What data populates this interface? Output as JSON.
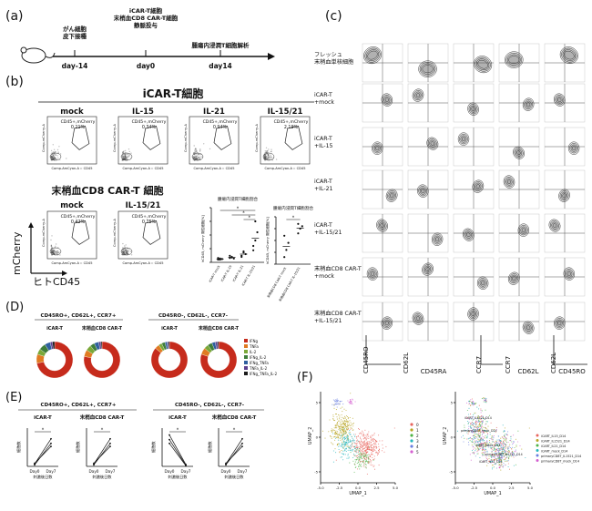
{
  "panels": {
    "a": "(a)",
    "b": "(b)",
    "c": "(c)",
    "D": "(D)",
    "E": "(E)",
    "F": "(F)"
  },
  "timeline": {
    "top_labels": [
      "がん細胞\n皮下接種",
      "iCAR-T細胞\n末梢血CD8 CAR-T細胞\n静脈投与",
      "腫瘍内浸潤T細胞解析"
    ],
    "days": [
      "day-14",
      "day0",
      "day14"
    ]
  },
  "flow_b": {
    "icar_title": "iCAR-T細胞",
    "icar_conditions": [
      "mock",
      "IL-15",
      "IL-21",
      "IL-15/21"
    ],
    "icar_gate_label": "CD45+,mCherry",
    "icar_percents": [
      "0.21%",
      "0.34%",
      "0.94%",
      "2.19%"
    ],
    "highlight_color": "#d32020",
    "cd8_title": "末梢血CD8 CAR-T 細胞",
    "cd8_conditions": [
      "mock",
      "IL-15/21"
    ],
    "cd8_percents": [
      "0.42%",
      "0.75%"
    ],
    "x_axis_small": "Comp-AmCyan-A :: CD45",
    "y_axis_small": "Comp-mCherry-A",
    "big_y": "mCherry",
    "big_x": "ヒトCD45",
    "dotplot1_title": "腫瘍内浸潤T細胞割合",
    "dotplot2_title": "腫瘍内浸潤T細胞割合",
    "dotplot_ylabel": "hCD45, mCherry 陽性細胞[%]",
    "dotplot1_groups": [
      "iCAR-T mock",
      "iCAR-T IL-15",
      "iCAR-T IL-21",
      "iCAR-T IL-15/21"
    ],
    "dotplot2_groups": [
      "末梢血CD8 CAR-T mock",
      "末梢血CD8 CAR-T IL-15/21"
    ],
    "sig": "*"
  },
  "flow_c": {
    "row_labels": [
      "フレッシュ\n末梢血単核細胞",
      "iCAR-T\n+mock",
      "iCAR-T\n+IL-15",
      "iCAR-T\n+IL-21",
      "iCAR-T\n+IL-15/21",
      "末梢血CD8 CAR-T\n+mock",
      "末梢血CD8 CAR-T\n+IL-15/21"
    ],
    "axis_x": [
      "CD45RA",
      "CD62L",
      "CD45RO"
    ],
    "axis_y": [
      "CD45RO",
      "CD62L",
      "CCR7",
      "CCR7",
      "CD62L"
    ]
  },
  "donuts": {
    "group1_title": "CD45RO+, CD62L+, CCR7+",
    "group2_title": "CD45RO-, CD62L-, CCR7-",
    "labels": [
      "iCAR-T",
      "末梢血CD8 CAR-T",
      "iCAR-T",
      "末梢血CD8 CAR-T"
    ],
    "legend": [
      "IFNg",
      "TNFa",
      "IL-2",
      "IFNg_IL-2",
      "IFNg_TNFa",
      "TNFa_IL-2",
      "IFNg_TNFa_IL-2"
    ],
    "colors": [
      "#c62b1c",
      "#e07b22",
      "#7aa838",
      "#3e7d3a",
      "#2f5f9e",
      "#5b3f8e",
      "#1b1b1b"
    ],
    "fractions": [
      [
        0.72,
        0.08,
        0.05,
        0.06,
        0.05,
        0.02,
        0.02
      ],
      [
        0.78,
        0.06,
        0.05,
        0.04,
        0.04,
        0.02,
        0.01
      ],
      [
        0.86,
        0.04,
        0.03,
        0.03,
        0.02,
        0.01,
        0.01
      ],
      [
        0.8,
        0.06,
        0.04,
        0.04,
        0.03,
        0.02,
        0.01
      ]
    ]
  },
  "panel_e": {
    "group1_title": "CD45RO+, CD62L+, CCR7+",
    "group2_title": "CD45RO-, CD62L-, CCR7-",
    "subtitles": [
      "iCAR-T",
      "末梢血CD8 CAR-T",
      "iCAR-T",
      "末梢血CD8 CAR-T"
    ],
    "ylabel": "細胞数",
    "xticks": [
      "Day0",
      "Day7"
    ],
    "xlabel": "刺激後日数",
    "sig": "*",
    "trends": [
      "up",
      "up",
      "down",
      "up"
    ]
  },
  "umap": {
    "axis_x": "UMAP_1",
    "axis_y": "UMAP_2",
    "x_ticks": [
      "-5.0",
      "-2.5",
      "0.0",
      "2.5",
      "5.0"
    ],
    "y_ticks": [
      "5",
      "0",
      "-5"
    ],
    "cluster_legend": [
      "0",
      "1",
      "2",
      "3",
      "4",
      "5"
    ],
    "cluster_colors": [
      "#e8665f",
      "#b8a525",
      "#4fb548",
      "#25b7bd",
      "#6a7fe0",
      "#d45fd0"
    ],
    "sample_legend": [
      "iCART_IL15_D14",
      "iCART_IL1521_D14",
      "iCART_IL21_D14",
      "iCART_mock_D14",
      "primaryCD8T_IL1521_D14",
      "primaryCD8T_mock_D14"
    ],
    "annotations": [
      "iCART_IL1521_D14",
      "primaryCD8T_mock_D14",
      "iCART_mock_D14",
      "iCART_IL21_D14",
      "primaryCD8T_IL1521_D14"
    ]
  }
}
